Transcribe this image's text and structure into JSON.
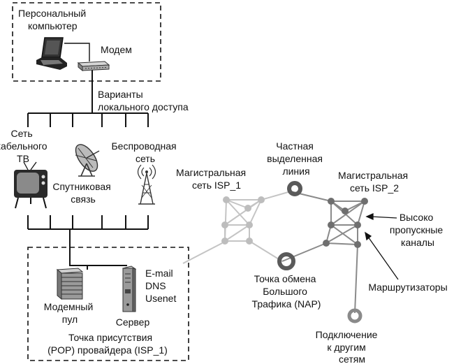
{
  "labels": {
    "pc": [
      "Персональный",
      "компьютер"
    ],
    "modem": "Модем",
    "access_variants": [
      "Варианты",
      "локального доступа"
    ],
    "cable_tv": [
      "Сеть",
      "кабельного",
      "ТВ"
    ],
    "satellite": [
      "Спутниковая",
      "связь"
    ],
    "wireless": [
      "Беспроводная",
      "сеть"
    ],
    "modem_pool": [
      "Модемный",
      "пул"
    ],
    "server": "Сервер",
    "services": [
      "E-mail",
      "DNS",
      "Usenet"
    ],
    "pop": [
      "Точка присутствия",
      "(POP) провайдера (ISP_1)"
    ],
    "backbone_isp1": [
      "Магистральная",
      "сеть ISP_1"
    ],
    "private_line": [
      "Частная",
      "выделенная",
      "линия"
    ],
    "backbone_isp2": [
      "Магистральная",
      "сеть ISP_2"
    ],
    "high_bandwidth": [
      "Высоко",
      "пропускные",
      "каналы"
    ],
    "nap": [
      "Точка обмена",
      "Большого",
      "Трафика (NAP)"
    ],
    "routers": "Маршрутизаторы",
    "other_networks": [
      "Подключение",
      "к другим",
      "сетям"
    ]
  },
  "colors": {
    "line_dark": "#111111",
    "isp1_link": "#c4c4c4",
    "isp1_node": "#bdbdbd",
    "isp2_link": "#8a8a8a",
    "isp2_node": "#6f6f6f",
    "ring": "#5a5a5a"
  },
  "icons": [
    "laptop-icon",
    "modem-icon",
    "tv-icon",
    "satellite-dish-icon",
    "radio-tower-icon",
    "modem-pool-icon",
    "server-icon",
    "router-node-icon",
    "exchange-ring-icon"
  ]
}
